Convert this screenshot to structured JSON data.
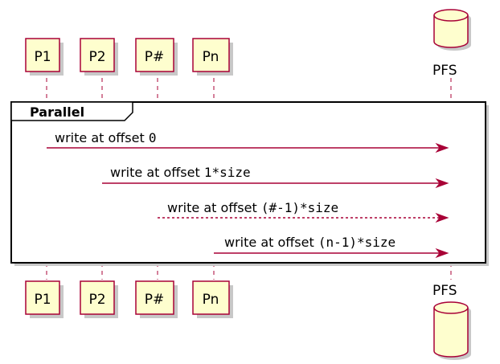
{
  "participants": [
    "P1",
    "P2",
    "P#",
    "Pn"
  ],
  "database": {
    "label": "PFS"
  },
  "frame": {
    "title": "Parallel"
  },
  "messages": [
    {
      "prefix": "write at offset ",
      "code": "0",
      "style": "solid"
    },
    {
      "prefix": "write at offset ",
      "code": "1*size",
      "style": "solid"
    },
    {
      "prefix": "write at offset ",
      "code": "(#-1)*size",
      "style": "dashed"
    },
    {
      "prefix": "write at offset ",
      "code": "(n-1)*size",
      "style": "solid"
    }
  ],
  "colors": {
    "participant_fill": "#FEFECE",
    "line": "#A80036"
  }
}
